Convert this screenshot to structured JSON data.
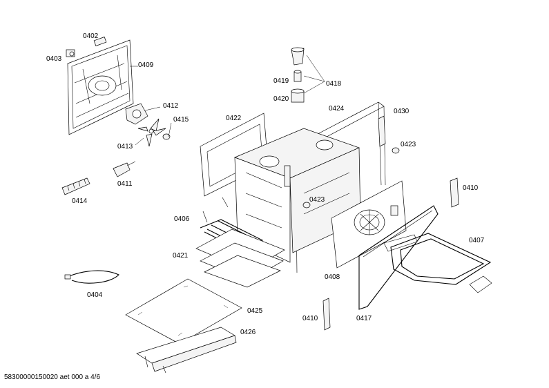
{
  "labels": {
    "p0402": "0402",
    "p0403": "0403",
    "p0409": "0409",
    "p0412": "0412",
    "p0415": "0415",
    "p0413": "0413",
    "p0411": "0411",
    "p0414": "0414",
    "p0419": "0419",
    "p0418": "0418",
    "p0420": "0420",
    "p0424": "0424",
    "p0430": "0430",
    "p0422": "0422",
    "p0423a": "0423",
    "p0423b": "0423",
    "p0410a": "0410",
    "p0406": "0406",
    "p0421": "0421",
    "p0407": "0407",
    "p0408": "0408",
    "p0404": "0404",
    "p0425": "0425",
    "p0426": "0426",
    "p0410b": "0410",
    "p0417": "0417"
  },
  "footer": "58300000150020 aet 000 a 4/6"
}
